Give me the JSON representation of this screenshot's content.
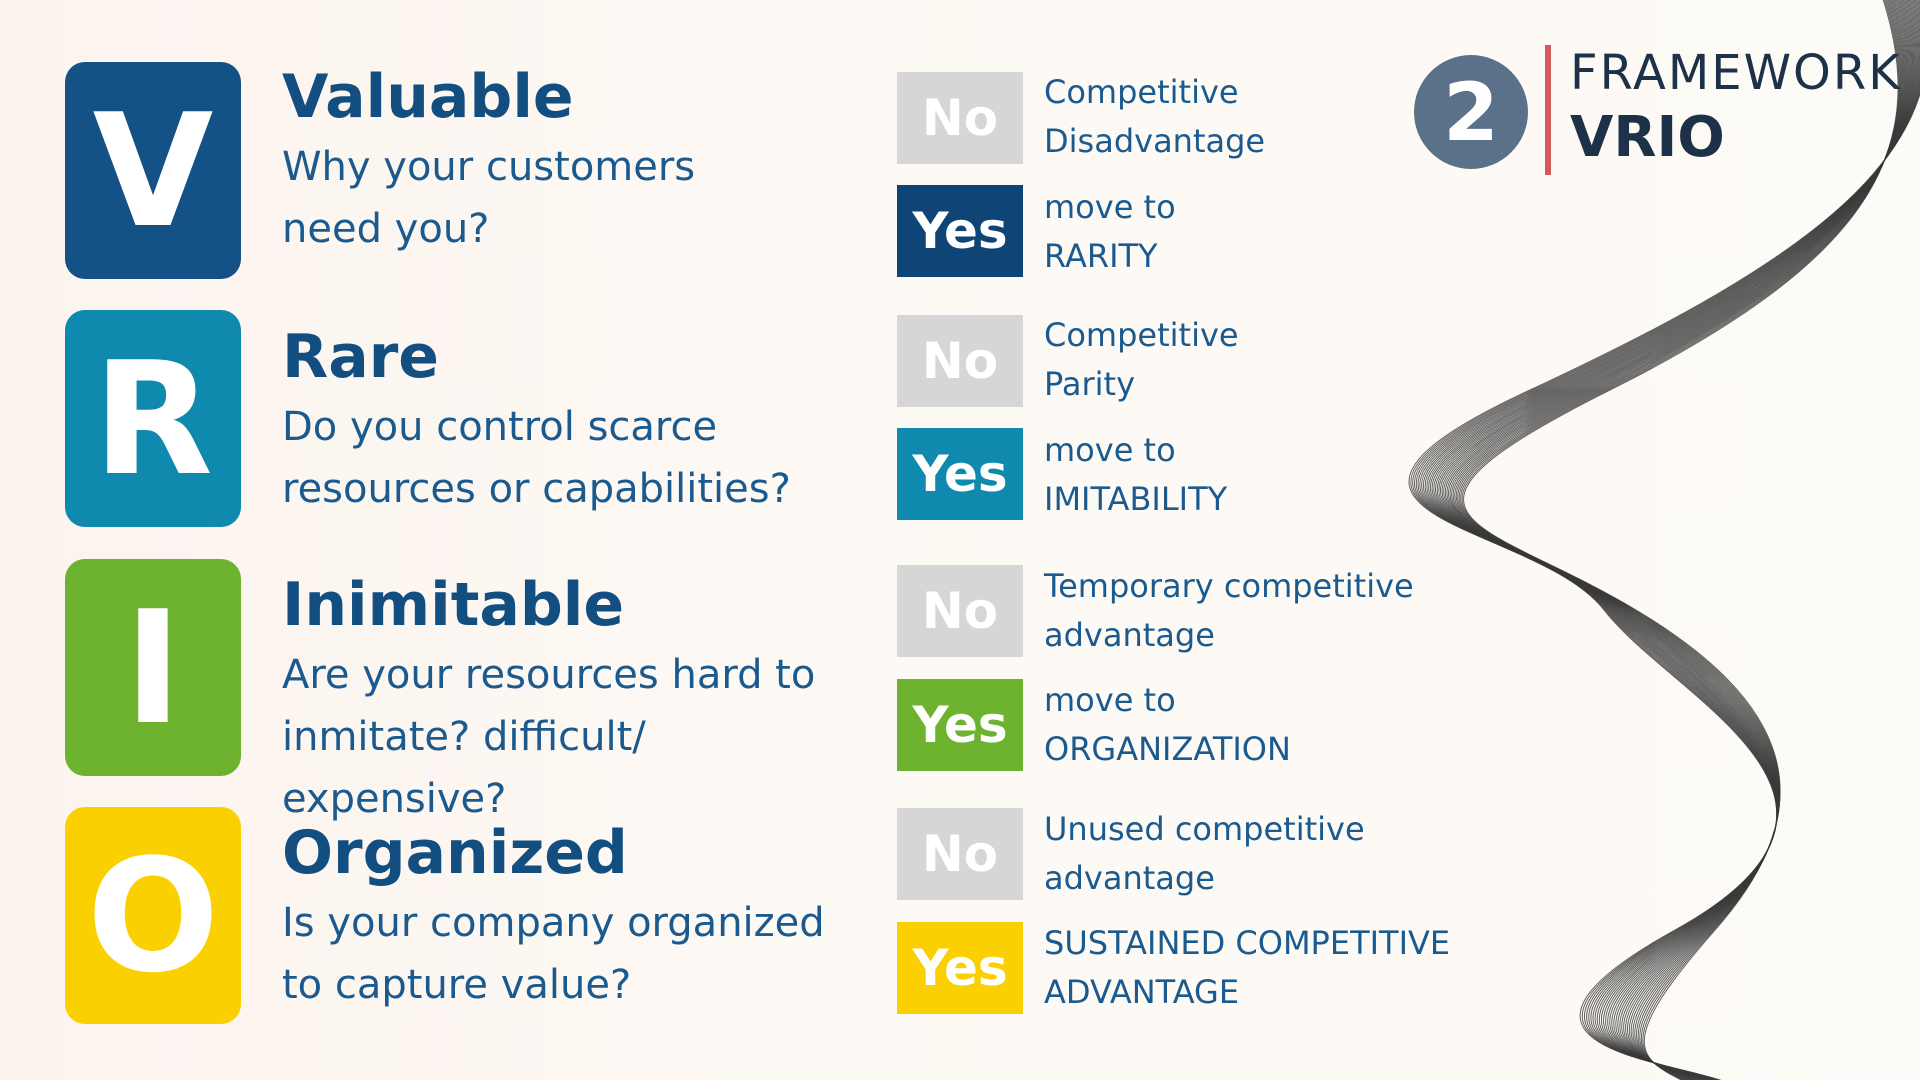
{
  "header": {
    "badge_number": "2",
    "label": "FRAMEWORK",
    "name": "VRIO"
  },
  "colors": {
    "valuable": "#145186",
    "rare": "#0f89ae",
    "inimitable": "#6db330",
    "organized": "#fbd000",
    "no_box": "#d6d6d6",
    "text": "#1b5a8f"
  },
  "rows": [
    {
      "letter": "V",
      "title": "Valuable",
      "question": [
        "Why your customers",
        "need you?"
      ],
      "no_label": "No",
      "no_text": [
        "Competitive",
        "Disadvantage"
      ],
      "yes_label": "Yes",
      "yes_text": [
        "move to",
        "RARITY"
      ]
    },
    {
      "letter": "R",
      "title": "Rare",
      "question": [
        "Do you control scarce",
        "resources or capabilities?"
      ],
      "no_label": "No",
      "no_text": [
        "Competitive",
        "Parity"
      ],
      "yes_label": "Yes",
      "yes_text": [
        "move to",
        "IMITABILITY"
      ]
    },
    {
      "letter": "I",
      "title": "Inimitable",
      "question": [
        "Are your resources hard to",
        "inmitate? difficult/ expensive?"
      ],
      "no_label": "No",
      "no_text": [
        "Temporary competitive",
        "advantage"
      ],
      "yes_label": "Yes",
      "yes_text": [
        "move to",
        "ORGANIZATION"
      ]
    },
    {
      "letter": "O",
      "title": "Organized",
      "question": [
        "Is your company organized",
        "to capture value?"
      ],
      "no_label": "No",
      "no_text": [
        "Unused competitive",
        "advantage"
      ],
      "yes_label": "Yes",
      "yes_text": [
        "SUSTAINED COMPETITIVE",
        "ADVANTAGE"
      ]
    }
  ]
}
